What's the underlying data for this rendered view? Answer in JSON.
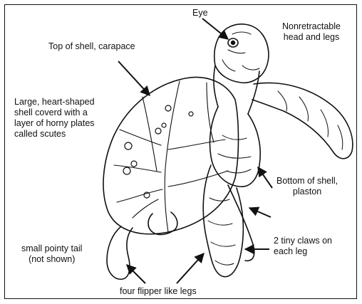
{
  "labels": {
    "eye": "Eye",
    "head_legs": "Nonretractable\nhead and legs",
    "carapace": "Top of shell, carapace",
    "shell": "Large, heart-shaped\nshell coverd with a\nlayer of horny plates\ncalled scutes",
    "plastron": "Bottom of shell,\nplaston",
    "claws": "2 tiny claws on\neach leg",
    "tail": "small pointy tail\n(not shown)",
    "flippers": "four flipper like legs"
  },
  "colors": {
    "line": "#111111",
    "background": "#ffffff"
  }
}
